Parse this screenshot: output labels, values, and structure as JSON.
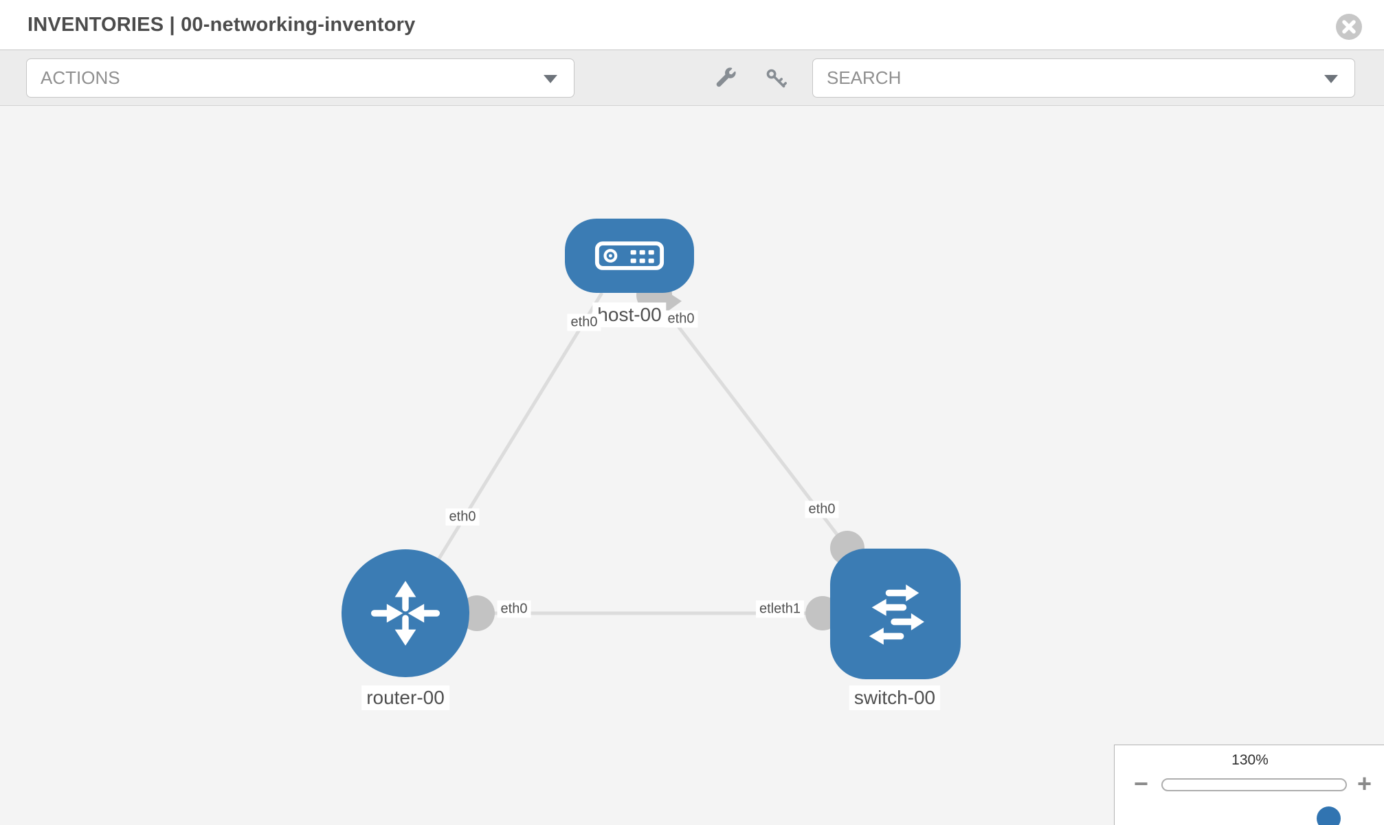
{
  "header": {
    "title": "INVENTORIES | 00-networking-inventory"
  },
  "toolbar": {
    "actions_label": "ACTIONS",
    "search_label": "SEARCH",
    "icons": [
      "wrench-icon",
      "key-icon"
    ]
  },
  "topology": {
    "nodes": [
      {
        "id": "host-00",
        "label": "host-00",
        "type": "host",
        "shape": "rounded-rect"
      },
      {
        "id": "router-00",
        "label": "router-00",
        "type": "router",
        "shape": "circle"
      },
      {
        "id": "switch-00",
        "label": "switch-00",
        "type": "switch",
        "shape": "rounded-square"
      }
    ],
    "links": [
      {
        "from": "host-00",
        "to": "router-00"
      },
      {
        "from": "host-00",
        "to": "switch-00"
      },
      {
        "from": "router-00",
        "to": "switch-00"
      }
    ],
    "iface_labels": {
      "host_left": "eth0",
      "host_right": "eth0",
      "router_top": "eth0",
      "switch_top": "eth0",
      "mid_left": "eth0",
      "mid_right": "etleth1"
    }
  },
  "zoom_control": {
    "level": "130%",
    "minus": "−",
    "plus": "+"
  },
  "colors": {
    "node_blue": "#3b7cb4",
    "slider_thumb_blue": "#3174b1",
    "link_gray": "#dcdcdc",
    "connector_gray": "#c3c3c3",
    "canvas_bg": "#f4f4f4",
    "toolbar_bg": "#ececec"
  }
}
